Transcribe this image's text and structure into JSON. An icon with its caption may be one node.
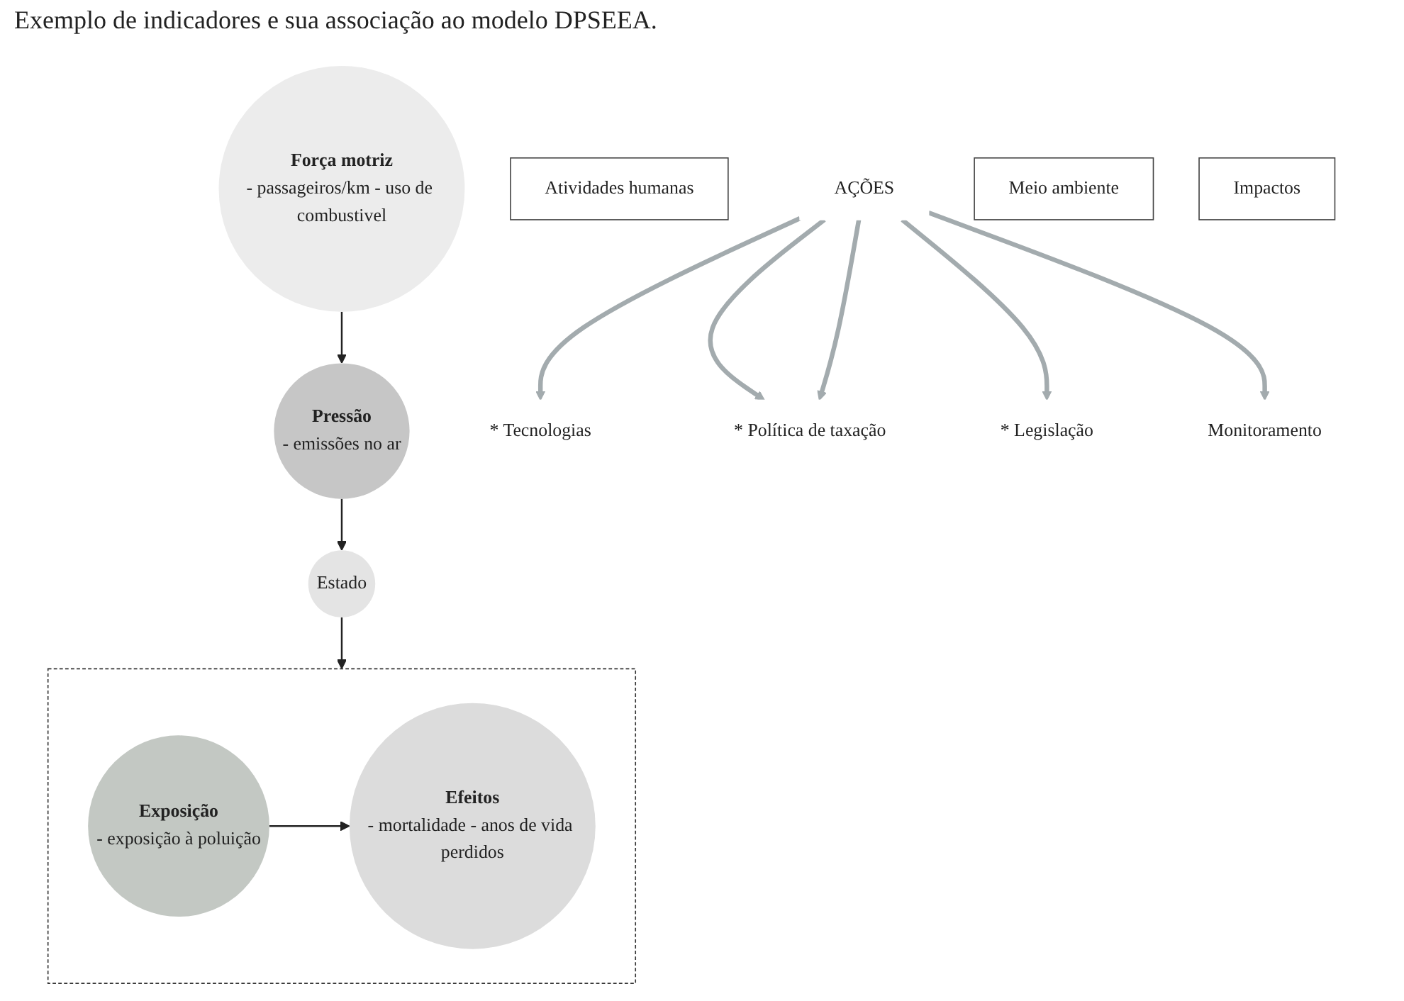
{
  "diagram": {
    "title": "Exemplo de indicadores e sua associação ao modelo DPSEEA.",
    "nodes": [
      {
        "text": [
          "Força motriz",
          "- passageiros/km - uso de combustivel"
        ]
      },
      {
        "text": [
          "Atividades humanas"
        ]
      },
      {
        "text": [
          "Pressão",
          "- emissões no ar"
        ]
      },
      {
        "text": [
          "* Tecnologias"
        ]
      },
      {
        "text": [
          "* Política de taxação"
        ]
      },
      {
        "text": [
          "AÇÕES"
        ]
      },
      {
        "text": [
          "Estado"
        ]
      },
      {
        "text": [
          "* Legislação"
        ]
      },
      {
        "text": [
          "Meio ambiente"
        ]
      },
      {
        "text": [
          "Monitoramento"
        ]
      },
      {
        "text": [],
        "shape": "box"
      },
      {
        "text": [
          "Impactos"
        ]
      },
      {
        "text": [
          "Exposição",
          "- exposição à poluição"
        ],
        "in": 10
      },
      {
        "text": [
          "Efeitos",
          "- mortalidade - anos de vida perdidos"
        ],
        "in": 10
      }
    ],
    "edges": [
      {
        "from": 0,
        "to": 2,
        "arrow": "to",
        "color": "#222222"
      },
      {
        "from": 2,
        "to": 6,
        "arrow": "to",
        "color": "#222222"
      },
      {
        "from": 6,
        "to": 10,
        "arrow": "to",
        "color": "#222222"
      },
      {
        "from": 12,
        "to": 13,
        "arrow": "to",
        "color": "#222222"
      },
      {
        "from": 5,
        "to": 3,
        "arrow": "to"
      },
      {
        "from": 5,
        "to": 4,
        "arrow": "to"
      },
      {
        "from": 5,
        "to": 4,
        "arrow": "to"
      },
      {
        "from": 5,
        "to": 7,
        "arrow": "to"
      },
      {
        "from": 5,
        "to": 9,
        "arrow": "to"
      }
    ]
  }
}
